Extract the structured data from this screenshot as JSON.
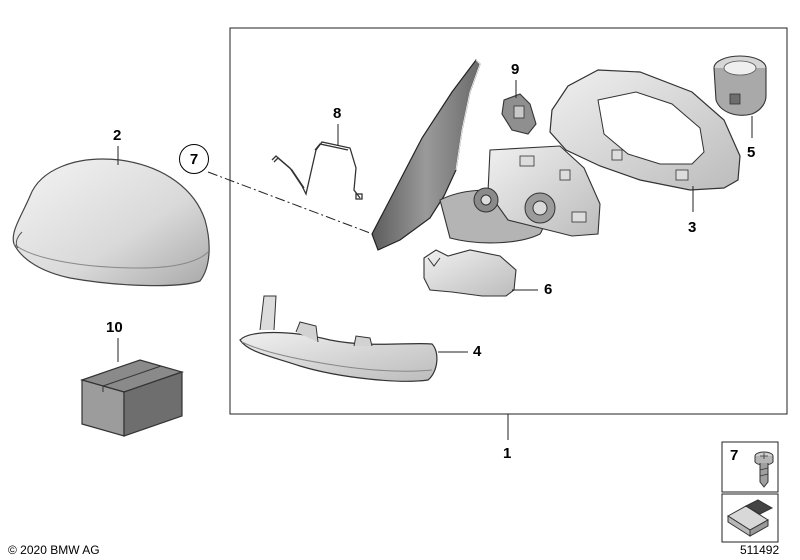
{
  "callouts": {
    "assembly": "1",
    "cap": "2",
    "glass_carrier": "3",
    "turn_indicator": "4",
    "motor": "5",
    "cover_trim": "6",
    "screw": "7",
    "wiring_harness": "8",
    "clip": "9",
    "kit": "10"
  },
  "legend": {
    "screw_number": "7"
  },
  "footer": {
    "copyright": "© 2020 BMW AG",
    "diagram_number": "511492"
  },
  "colors": {
    "part_fill": "#e3e3e3",
    "part_shade": "#bdbdbd",
    "dark_fill": "#6e6e6e",
    "stroke": "#333333"
  }
}
